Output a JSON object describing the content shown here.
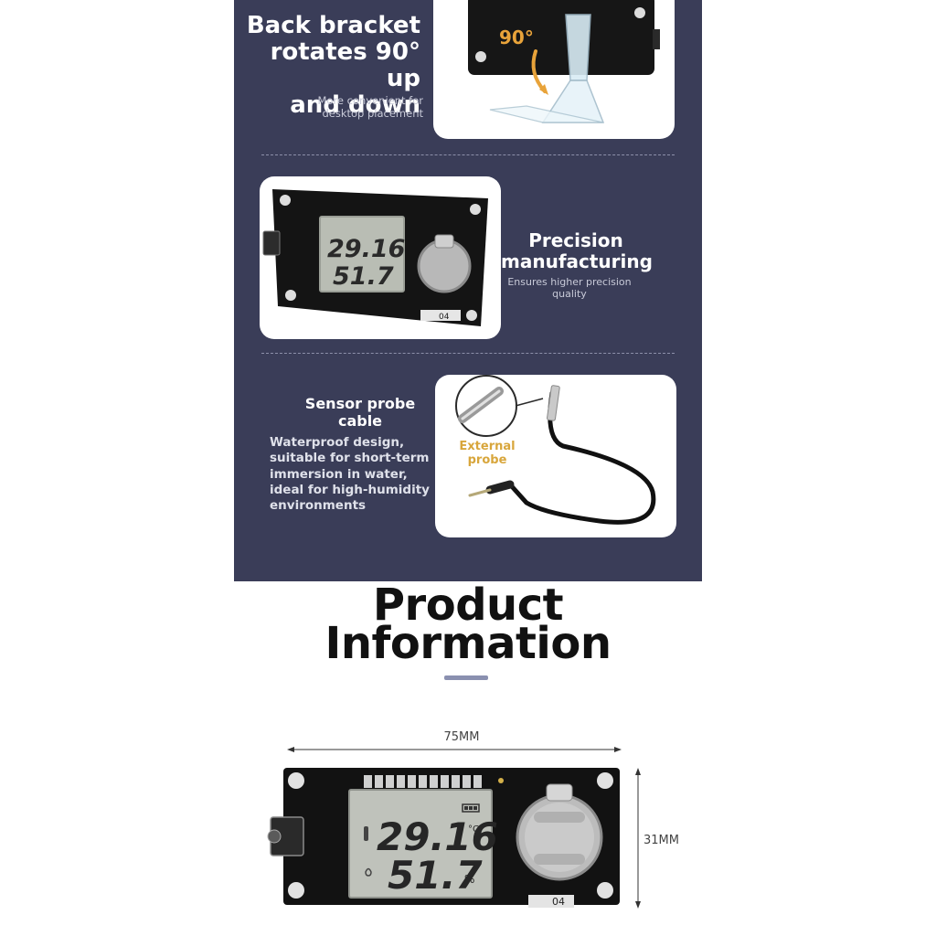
{
  "bracket": {
    "title": [
      "Back bracket",
      "rotates 90° up",
      "and down"
    ],
    "sub": [
      "More convenient for",
      "desktop placement"
    ],
    "angle": "90°"
  },
  "precision": {
    "title": [
      "Precision",
      "manufacturing"
    ],
    "sub": [
      "Ensures higher precision",
      "quality"
    ]
  },
  "probe": {
    "title": [
      "Sensor probe",
      "cable"
    ],
    "desc": [
      "Waterproof design,",
      "suitable for short-term",
      "immersion in water,",
      "ideal for high-humidity",
      "environments"
    ],
    "callout": [
      "External",
      "probe"
    ]
  },
  "product": {
    "title": [
      "Product",
      "Information"
    ],
    "width_label": "75MM",
    "height_label": "31MM"
  },
  "board": {
    "temperature": "29.16",
    "temp_unit": "°C",
    "humidity": "51.7",
    "hum_unit": "%",
    "tag": "04"
  },
  "colors": {
    "panel_bg": "#3a3d58",
    "accent_orange": "#e8a33a",
    "callout_gold": "#d8a63c",
    "divider": "#8d90aa"
  }
}
